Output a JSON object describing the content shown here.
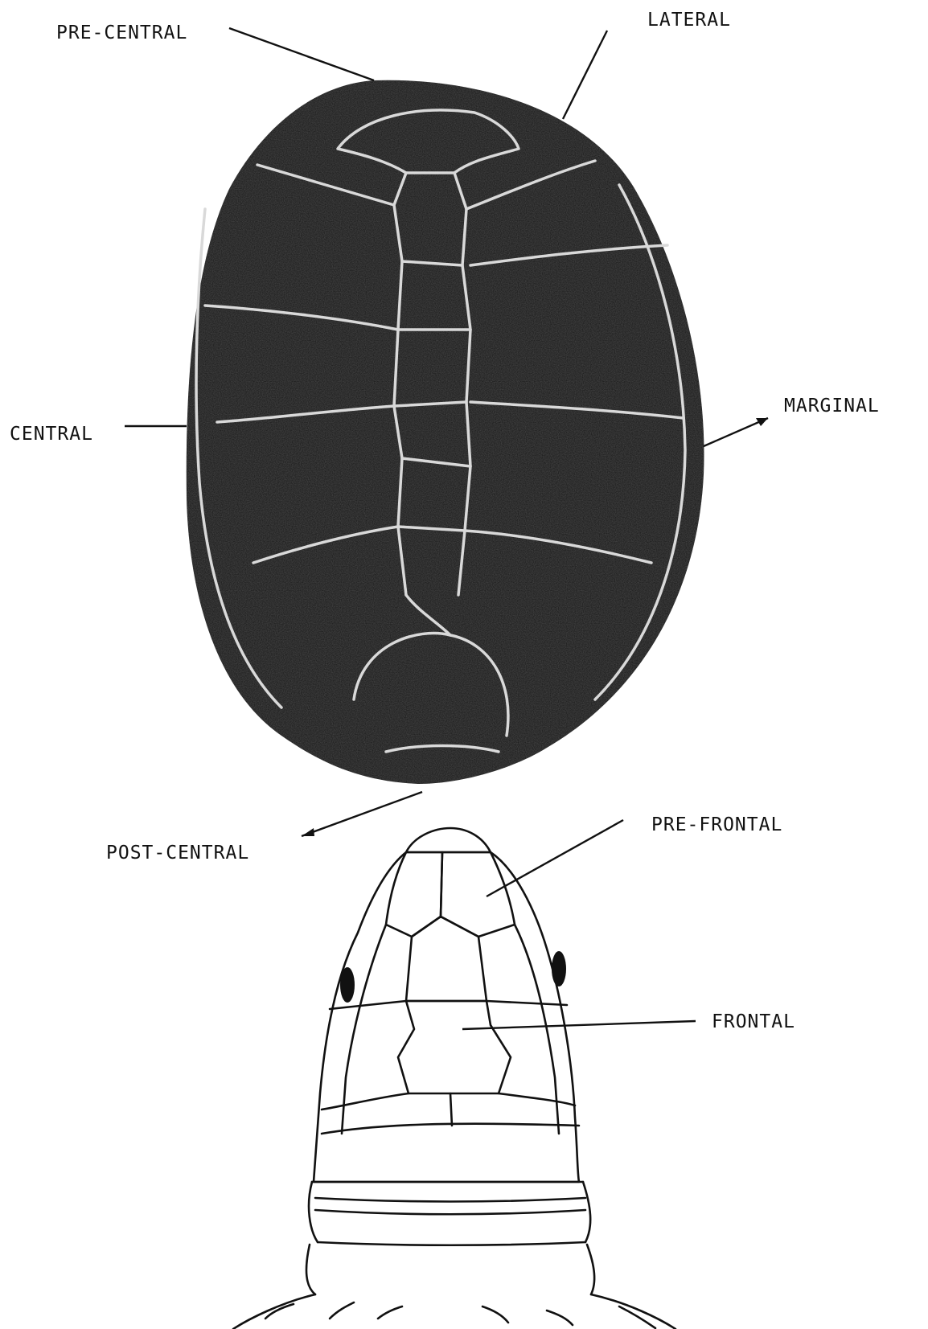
{
  "labels": {
    "pre_central": "PRE-CENTRAL",
    "lateral": "LATERAL",
    "central": "CENTRAL",
    "marginal": "MARGINAL",
    "post_central": "POST-CENTRAL",
    "pre_frontal": "PRE-FRONTAL",
    "frontal": "FRONTAL"
  },
  "colors": {
    "ink": "#111111",
    "shell": "#141414",
    "seam": "#d9d9d9",
    "paper": "#ffffff"
  }
}
